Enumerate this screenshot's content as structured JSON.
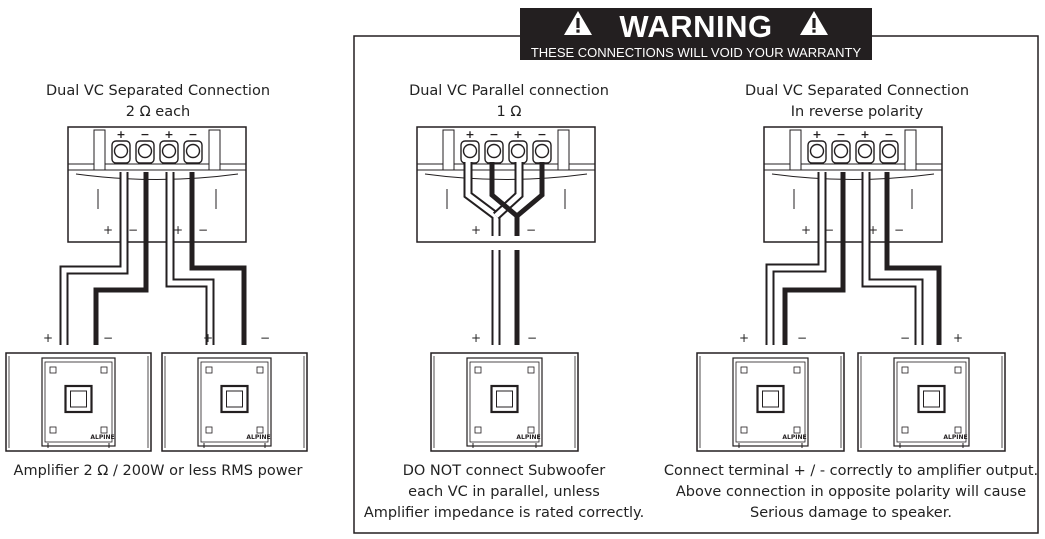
{
  "warning": {
    "title": "WARNING",
    "subtitle": "THESE CONNECTIONS WILL VOID YOUR WARRANTY"
  },
  "panels": [
    {
      "id": "separated",
      "title_line1": "Dual VC Separated Connection",
      "title_line2": "2 Ω each",
      "caption_lines": [
        "Amplifier 2 Ω / 200W or less RMS power"
      ]
    },
    {
      "id": "parallel",
      "title_line1": "Dual VC Parallel connection",
      "title_line2": "1 Ω",
      "caption_lines": [
        "DO NOT connect Subwoofer",
        "each VC in parallel, unless",
        "Amplifier impedance is rated correctly."
      ]
    },
    {
      "id": "reverse",
      "title_line1": "Dual VC Separated Connection",
      "title_line2": "In reverse polarity",
      "caption_lines": [
        "Connect terminal + / - correctly to amplifier output.",
        "Above connection in opposite polarity will cause",
        "Serious damage to speaker."
      ]
    }
  ],
  "symbols": {
    "plus": "+",
    "minus": "−"
  },
  "amp_brand": "ALPINE"
}
